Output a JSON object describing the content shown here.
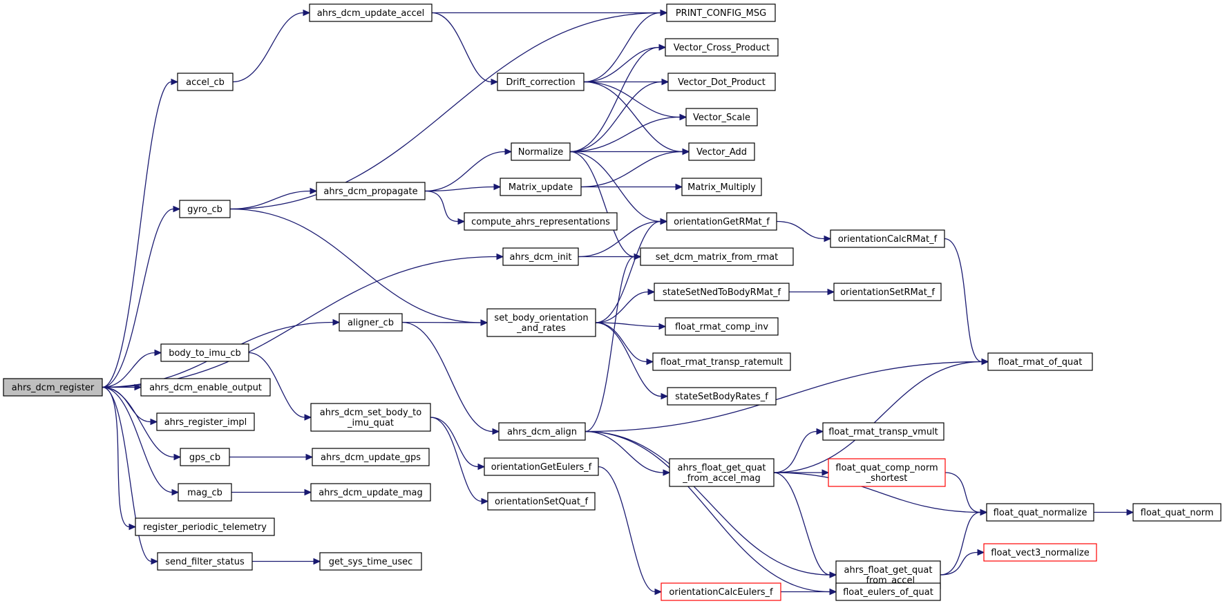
{
  "diagram": {
    "colors": {
      "edge": "#191970",
      "node_border": "#000000",
      "root_fill": "#bfbfbf",
      "incomplete_border": "#ff0000"
    },
    "nodes": [
      {
        "id": "register",
        "lines": [
          "ahrs_dcm_register"
        ],
        "style": "root"
      },
      {
        "id": "accel_cb",
        "lines": [
          "accel_cb"
        ]
      },
      {
        "id": "gyro_cb",
        "lines": [
          "gyro_cb"
        ]
      },
      {
        "id": "body_to_imu_cb",
        "lines": [
          "body_to_imu_cb"
        ]
      },
      {
        "id": "enable_output",
        "lines": [
          "ahrs_dcm_enable_output"
        ]
      },
      {
        "id": "register_impl",
        "lines": [
          "ahrs_register_impl"
        ]
      },
      {
        "id": "gps_cb",
        "lines": [
          "gps_cb"
        ]
      },
      {
        "id": "mag_cb",
        "lines": [
          "mag_cb"
        ]
      },
      {
        "id": "periodic_telemetry",
        "lines": [
          "register_periodic_telemetry"
        ]
      },
      {
        "id": "send_filter_status",
        "lines": [
          "send_filter_status"
        ]
      },
      {
        "id": "update_accel",
        "lines": [
          "ahrs_dcm_update_accel"
        ]
      },
      {
        "id": "propagate",
        "lines": [
          "ahrs_dcm_propagate"
        ]
      },
      {
        "id": "aligner_cb",
        "lines": [
          "aligner_cb"
        ]
      },
      {
        "id": "set_body_to_imu",
        "lines": [
          "ahrs_dcm_set_body_to",
          "_imu_quat"
        ]
      },
      {
        "id": "update_gps",
        "lines": [
          "ahrs_dcm_update_gps"
        ]
      },
      {
        "id": "update_mag",
        "lines": [
          "ahrs_dcm_update_mag"
        ]
      },
      {
        "id": "get_sys_time",
        "lines": [
          "get_sys_time_usec"
        ]
      },
      {
        "id": "drift_correction",
        "lines": [
          "Drift_correction"
        ]
      },
      {
        "id": "normalize",
        "lines": [
          "Normalize"
        ]
      },
      {
        "id": "matrix_update",
        "lines": [
          "Matrix_update"
        ]
      },
      {
        "id": "compute_repr",
        "lines": [
          "compute_ahrs_representations"
        ]
      },
      {
        "id": "dcm_init",
        "lines": [
          "ahrs_dcm_init"
        ]
      },
      {
        "id": "set_body_orient",
        "lines": [
          "set_body_orientation",
          "_and_rates"
        ]
      },
      {
        "id": "dcm_align",
        "lines": [
          "ahrs_dcm_align"
        ]
      },
      {
        "id": "get_eulers",
        "lines": [
          "orientationGetEulers_f"
        ]
      },
      {
        "id": "set_quat",
        "lines": [
          "orientationSetQuat_f"
        ]
      },
      {
        "id": "print_config",
        "lines": [
          "PRINT_CONFIG_MSG"
        ]
      },
      {
        "id": "cross_product",
        "lines": [
          "Vector_Cross_Product"
        ]
      },
      {
        "id": "dot_product",
        "lines": [
          "Vector_Dot_Product"
        ]
      },
      {
        "id": "vector_scale",
        "lines": [
          "Vector_Scale"
        ]
      },
      {
        "id": "vector_add",
        "lines": [
          "Vector_Add"
        ]
      },
      {
        "id": "matrix_multiply",
        "lines": [
          "Matrix_Multiply"
        ]
      },
      {
        "id": "get_rmat",
        "lines": [
          "orientationGetRMat_f"
        ]
      },
      {
        "id": "set_dcm_matrix",
        "lines": [
          "set_dcm_matrix_from_rmat"
        ]
      },
      {
        "id": "state_ned_body",
        "lines": [
          "stateSetNedToBodyRMat_f"
        ]
      },
      {
        "id": "rmat_comp_inv",
        "lines": [
          "float_rmat_comp_inv"
        ]
      },
      {
        "id": "rmat_transp_ratemult",
        "lines": [
          "float_rmat_transp_ratemult"
        ]
      },
      {
        "id": "state_body_rates",
        "lines": [
          "stateSetBodyRates_f"
        ]
      },
      {
        "id": "quat_accel_mag",
        "lines": [
          "ahrs_float_get_quat",
          "_from_accel_mag"
        ]
      },
      {
        "id": "calc_eulers",
        "lines": [
          "orientationCalcEulers_f"
        ],
        "style": "red"
      },
      {
        "id": "calc_rmat",
        "lines": [
          "orientationCalcRMat_f"
        ]
      },
      {
        "id": "set_rmat",
        "lines": [
          "orientationSetRMat_f"
        ]
      },
      {
        "id": "rmat_of_quat",
        "lines": [
          "float_rmat_of_quat"
        ]
      },
      {
        "id": "rmat_transp_vmult",
        "lines": [
          "float_rmat_transp_vmult"
        ]
      },
      {
        "id": "quat_comp_norm",
        "lines": [
          "float_quat_comp_norm",
          "_shortest"
        ],
        "style": "red"
      },
      {
        "id": "quat_normalize",
        "lines": [
          "float_quat_normalize"
        ]
      },
      {
        "id": "quat_from_accel",
        "lines": [
          "ahrs_float_get_quat",
          "_from_accel"
        ]
      },
      {
        "id": "vect3_normalize",
        "lines": [
          "float_vect3_normalize"
        ],
        "style": "red"
      },
      {
        "id": "eulers_of_quat",
        "lines": [
          "float_eulers_of_quat"
        ]
      },
      {
        "id": "quat_norm",
        "lines": [
          "float_quat_norm"
        ]
      }
    ],
    "edges": [
      [
        "register",
        "accel_cb"
      ],
      [
        "register",
        "gyro_cb"
      ],
      [
        "register",
        "dcm_init"
      ],
      [
        "register",
        "aligner_cb"
      ],
      [
        "register",
        "body_to_imu_cb"
      ],
      [
        "register",
        "enable_output"
      ],
      [
        "register",
        "register_impl"
      ],
      [
        "register",
        "gps_cb"
      ],
      [
        "register",
        "mag_cb"
      ],
      [
        "register",
        "periodic_telemetry"
      ],
      [
        "register",
        "send_filter_status"
      ],
      [
        "accel_cb",
        "update_accel"
      ],
      [
        "update_accel",
        "print_config"
      ],
      [
        "update_accel",
        "drift_correction"
      ],
      [
        "gyro_cb",
        "print_config"
      ],
      [
        "gyro_cb",
        "propagate"
      ],
      [
        "gyro_cb",
        "set_body_orient"
      ],
      [
        "propagate",
        "normalize"
      ],
      [
        "propagate",
        "matrix_update"
      ],
      [
        "propagate",
        "compute_repr"
      ],
      [
        "drift_correction",
        "print_config"
      ],
      [
        "drift_correction",
        "cross_product"
      ],
      [
        "drift_correction",
        "dot_product"
      ],
      [
        "drift_correction",
        "vector_scale"
      ],
      [
        "drift_correction",
        "vector_add"
      ],
      [
        "normalize",
        "cross_product"
      ],
      [
        "normalize",
        "dot_product"
      ],
      [
        "normalize",
        "vector_scale"
      ],
      [
        "normalize",
        "vector_add"
      ],
      [
        "normalize",
        "get_rmat"
      ],
      [
        "normalize",
        "set_dcm_matrix"
      ],
      [
        "matrix_update",
        "vector_add"
      ],
      [
        "matrix_update",
        "matrix_multiply"
      ],
      [
        "dcm_init",
        "get_rmat"
      ],
      [
        "dcm_init",
        "set_dcm_matrix"
      ],
      [
        "aligner_cb",
        "set_body_orient"
      ],
      [
        "aligner_cb",
        "dcm_align"
      ],
      [
        "set_body_orient",
        "get_rmat"
      ],
      [
        "set_body_orient",
        "state_ned_body"
      ],
      [
        "set_body_orient",
        "rmat_comp_inv"
      ],
      [
        "set_body_orient",
        "rmat_transp_ratemult"
      ],
      [
        "set_body_orient",
        "state_body_rates"
      ],
      [
        "get_rmat",
        "calc_rmat"
      ],
      [
        "calc_rmat",
        "rmat_of_quat"
      ],
      [
        "state_ned_body",
        "set_rmat"
      ],
      [
        "body_to_imu_cb",
        "set_body_to_imu"
      ],
      [
        "set_body_to_imu",
        "get_eulers"
      ],
      [
        "set_body_to_imu",
        "set_quat"
      ],
      [
        "gps_cb",
        "update_gps"
      ],
      [
        "mag_cb",
        "update_mag"
      ],
      [
        "send_filter_status",
        "get_sys_time"
      ],
      [
        "dcm_align",
        "set_dcm_matrix"
      ],
      [
        "dcm_align",
        "rmat_of_quat"
      ],
      [
        "dcm_align",
        "quat_accel_mag"
      ],
      [
        "dcm_align",
        "quat_from_accel"
      ],
      [
        "dcm_align",
        "eulers_of_quat"
      ],
      [
        "get_eulers",
        "calc_eulers"
      ],
      [
        "calc_eulers",
        "eulers_of_quat"
      ],
      [
        "quat_accel_mag",
        "rmat_of_quat"
      ],
      [
        "quat_accel_mag",
        "rmat_transp_vmult"
      ],
      [
        "quat_accel_mag",
        "quat_comp_norm"
      ],
      [
        "quat_accel_mag",
        "quat_normalize"
      ],
      [
        "quat_accel_mag",
        "quat_from_accel"
      ],
      [
        "quat_comp_norm",
        "quat_normalize"
      ],
      [
        "quat_from_accel",
        "quat_normalize"
      ],
      [
        "quat_from_accel",
        "vect3_normalize"
      ],
      [
        "quat_normalize",
        "quat_norm"
      ]
    ]
  }
}
